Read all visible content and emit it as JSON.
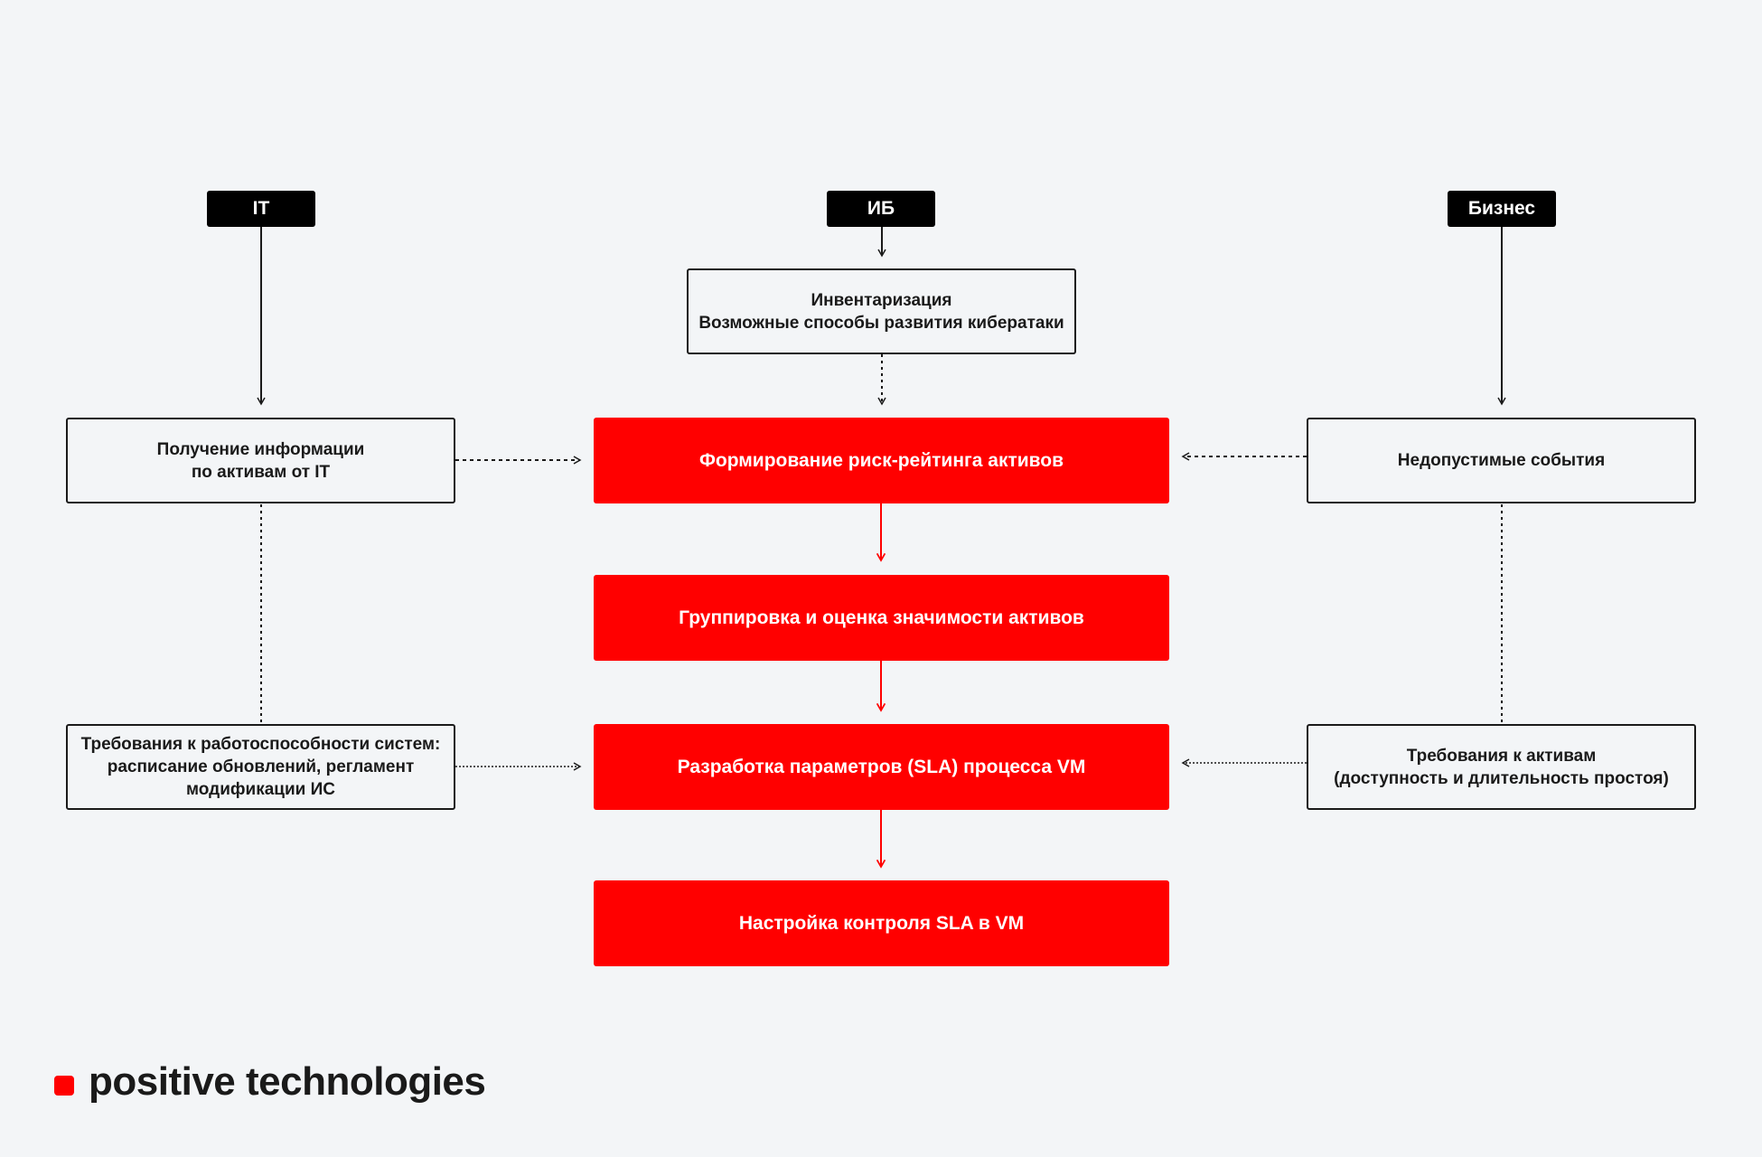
{
  "columns": {
    "it": "IT",
    "ib": "ИБ",
    "business": "Бизнес"
  },
  "it_nodes": {
    "asset_info": {
      "line1": "Получение информации",
      "line2": "по активам от IT"
    },
    "system_requirements": {
      "line1": "Требования к работоспособности систем:",
      "line2": "расписание обновлений, регламент",
      "line3": "модификации ИС"
    }
  },
  "ib_nodes": {
    "inventory": {
      "line1": "Инвентаризация",
      "line2": "Возможные способы развития кибератаки"
    }
  },
  "business_nodes": {
    "unacceptable_events": "Недопустимые события",
    "asset_requirements": {
      "line1": "Требования к активам",
      "line2": "(доступность и длительность простоя)"
    }
  },
  "process_steps": [
    "Формирование риск-рейтинга активов",
    "Группировка и оценка значимости активов",
    "Разработка параметров (SLA) процесса VM",
    "Настройка контроля SLA в VM"
  ],
  "colors": {
    "accent": "#ff0000",
    "tag_background": "#000000",
    "background": "#f3f5f7",
    "text": "#1a1a1a"
  },
  "logo": {
    "text": "positive technologies"
  }
}
